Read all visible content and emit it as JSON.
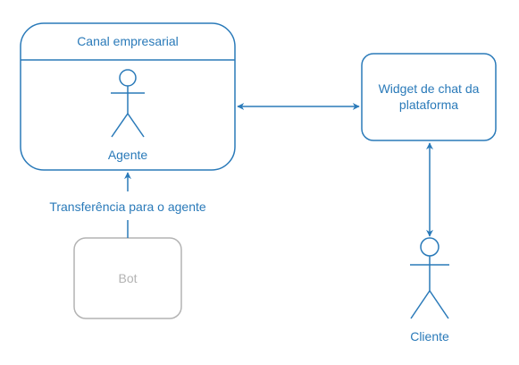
{
  "colors": {
    "primary": "#2a7ab9",
    "muted": "#b3b3b3",
    "background": "#ffffff"
  },
  "nodes": {
    "channel": {
      "title": "Canal empresarial",
      "actor_label": "Agente"
    },
    "widget": {
      "line1": "Widget de chat da",
      "line2": "plataforma"
    },
    "bot": {
      "label": "Bot"
    },
    "customer": {
      "label": "Cliente"
    }
  },
  "edges": {
    "handoff": {
      "label": "Transferência para o agente"
    },
    "channel_widget": {
      "direction": "bidirectional"
    },
    "widget_customer": {
      "direction": "bidirectional"
    }
  }
}
